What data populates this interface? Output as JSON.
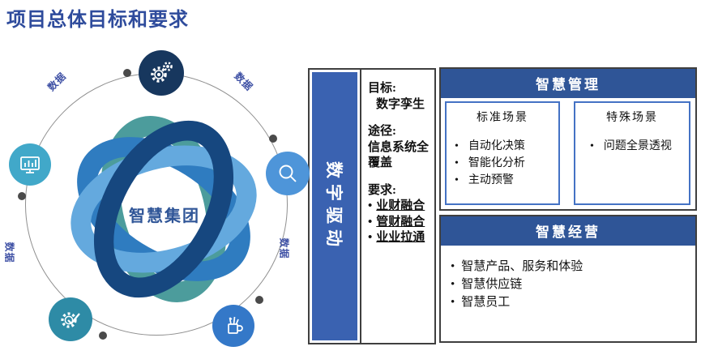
{
  "page_title": "项目总体目标和要求",
  "diagram": {
    "center_label": "智慧集团",
    "orbit_labels": [
      "数据",
      "数据",
      "数据",
      "数据"
    ],
    "nodes": [
      {
        "icon": "gears-icon",
        "color": "#17375E"
      },
      {
        "icon": "monitor-chart-icon",
        "color": "#41A8C9"
      },
      {
        "icon": "search-icon",
        "color": "#4E95D9"
      },
      {
        "icon": "gear-check-icon",
        "color": "#2E8BA6"
      },
      {
        "icon": "pencil-cup-icon",
        "color": "#3478C8"
      }
    ]
  },
  "driver_bar": {
    "label": "数字驱动"
  },
  "middle_panel": {
    "goal_label": "目标:",
    "goal_value": "数字孪生",
    "path_label": "途径:",
    "path_value": "信息系统全覆盖",
    "req_label": "要求:",
    "req_items": [
      "业财融合",
      "管财融合",
      "业业拉通"
    ]
  },
  "management": {
    "title": "智慧管理",
    "standard": {
      "title": "标准场景",
      "items": [
        "自动化决策",
        "智能化分析",
        "主动预警"
      ]
    },
    "special": {
      "title": "特殊场景",
      "items": [
        "问题全景透视"
      ]
    }
  },
  "operation": {
    "title": "智慧经营",
    "items": [
      "智慧产品、服务和体验",
      "智慧供应链",
      "智慧员工"
    ]
  },
  "colors": {
    "title_text": "#2E4B9C",
    "header_bar": "#2F5597",
    "driver_bar": "#3A62B1",
    "subbox_border": "#4472C4",
    "knot_navy": "#16477F",
    "knot_light_blue": "#64A9DE",
    "knot_mid_blue": "#2F7CC0",
    "knot_teal": "#4C9C9C"
  }
}
